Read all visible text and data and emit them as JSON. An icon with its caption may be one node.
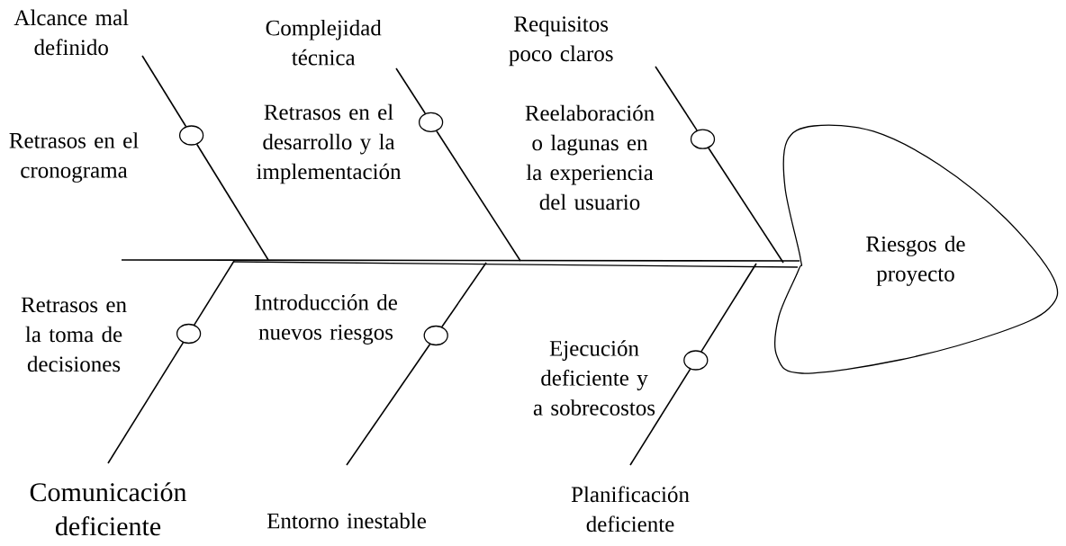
{
  "diagram": {
    "nodes": [
      {
        "text": [
          "Alcance mal definido"
        ]
      },
      {
        "text": [],
        "shape": "circle",
        "beside": [
          "Retrasos en el cronograma"
        ]
      },
      {
        "text": [
          "Complejidad técnica"
        ]
      },
      {
        "text": [],
        "shape": "circle",
        "beside": [
          "Retrasos en el desarrollo y la implementación"
        ]
      },
      {
        "text": [
          "Requisitos poco claros"
        ]
      },
      {
        "text": [],
        "shape": "circle",
        "beside": [
          "Reelaboración o lagunas en la experiencia del usuario"
        ]
      },
      {
        "text": [
          "Riesgos de proyecto"
        ]
      },
      {
        "text": [],
        "shape": "circle",
        "beside": [
          "Retrasos en la toma de decisiones"
        ]
      },
      {
        "text": [],
        "shape": "circle",
        "beside": [
          "Introducción de nuevos riesgos"
        ]
      },
      {
        "text": [],
        "shape": "circle",
        "beside": [
          "Ejecución deficiente y a sobrecostos"
        ]
      },
      {
        "text": [
          "Comunicación deficiente"
        ]
      },
      {
        "text": [
          "Entorno inestable"
        ]
      },
      {
        "text": [
          "Planificación deficiente"
        ]
      }
    ],
    "edges": [
      {
        "from": 0,
        "to": 1,
        "arrow": "none"
      },
      {
        "from": 1,
        "to": null,
        "arrow": "none"
      },
      {
        "from": 2,
        "to": 3,
        "arrow": "none"
      },
      {
        "from": 3,
        "to": null,
        "arrow": "none"
      },
      {
        "from": 4,
        "to": 5,
        "arrow": "none"
      },
      {
        "from": 5,
        "to": null,
        "arrow": "none"
      },
      {
        "from": null,
        "to": 6,
        "arrow": "none"
      },
      {
        "from": 10,
        "to": 7,
        "arrow": "none"
      },
      {
        "from": 7,
        "to": null,
        "arrow": "none"
      },
      {
        "from": 11,
        "to": 8,
        "arrow": "none"
      },
      {
        "from": 8,
        "to": null,
        "arrow": "none"
      },
      {
        "from": 12,
        "to": 9,
        "arrow": "none"
      },
      {
        "from": 9,
        "to": null,
        "arrow": "none"
      }
    ]
  }
}
